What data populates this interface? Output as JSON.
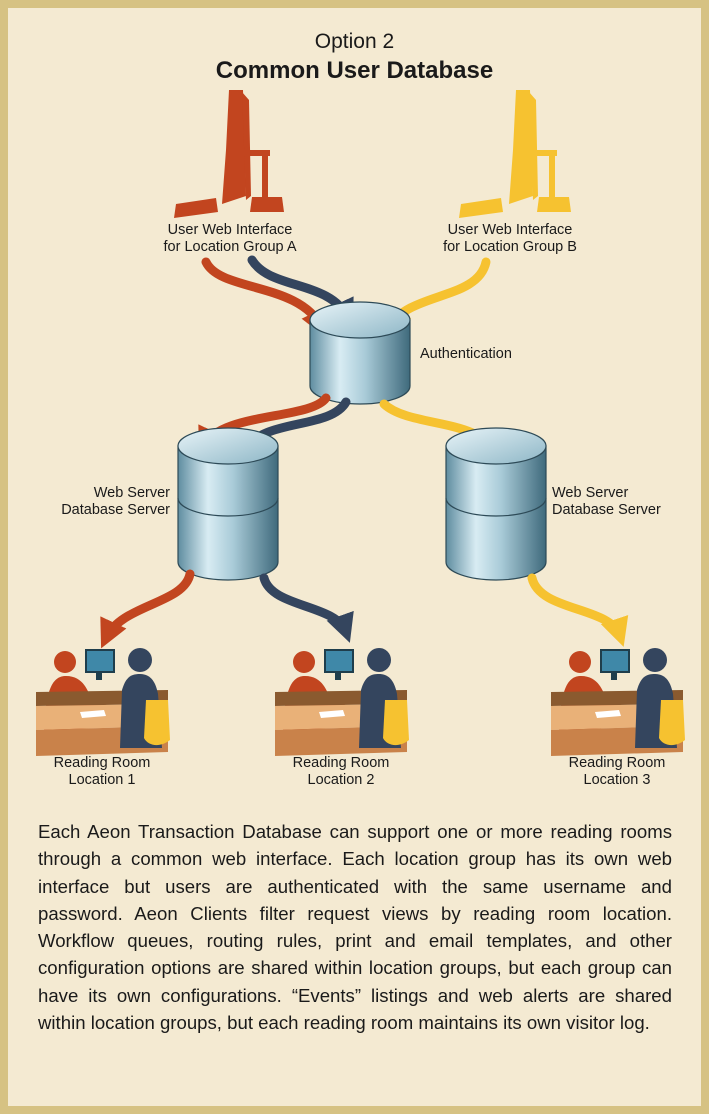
{
  "title": {
    "option": "Option 2",
    "name": "Common User Database"
  },
  "nodes": {
    "web_a": "User Web Interface\nfor Location Group A",
    "web_b": "User Web Interface\nfor Location Group B",
    "auth": "Authentication",
    "server_left": "Web Server\nDatabase Server",
    "server_right": "Web Server\nDatabase Server",
    "room1": "Reading Room\nLocation 1",
    "room2": "Reading Room\nLocation 2",
    "room3": "Reading Room\nLocation 3"
  },
  "colors": {
    "group_a": "#c2451f",
    "shared": "#34455e",
    "group_b": "#f6c230",
    "cylinder": "#9cc3d1",
    "frame": "#d6c283",
    "background": "#f4ead2"
  },
  "description": "Each Aeon Transaction Database can support one or more reading rooms through a common web interface. Each location group has its own web interface but users are authenticated with the same username and password. Aeon Clients filter request views by reading room location. Workflow queues, routing rules, print and email templates, and other configuration options are shared within location groups, but each group can have its own configurations. “Events” listings and web alerts are shared within location groups, but each reading room maintains its own visitor log."
}
